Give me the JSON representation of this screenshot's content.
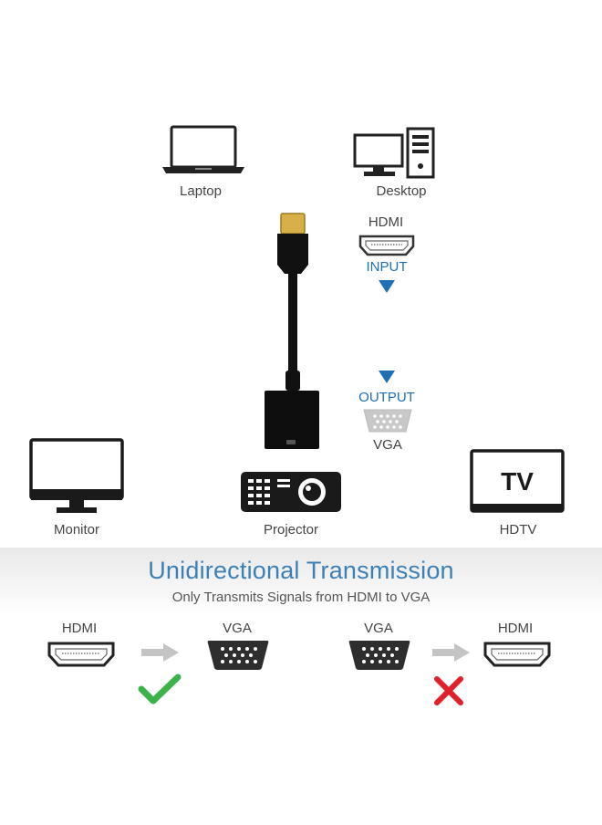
{
  "devices": {
    "laptop": "Laptop",
    "desktop": "Desktop",
    "monitor": "Monitor",
    "projector": "Projector",
    "hdtv": "HDTV",
    "tv_screen_text": "TV"
  },
  "adapter": {
    "hdmi_label": "HDMI",
    "input_label": "INPUT",
    "output_label": "OUTPUT",
    "vga_label": "VGA"
  },
  "transmission": {
    "title": "Unidirectional Transmission",
    "subtitle": "Only Transmits Signals from HDMI to VGA",
    "left_from": "HDMI",
    "left_to": "VGA",
    "right_from": "VGA",
    "right_to": "HDMI"
  },
  "colors": {
    "accent_blue": "#1f6fb5",
    "title_blue": "#3d80b6",
    "check_green": "#3bb34a",
    "cross_red": "#e0202a"
  }
}
